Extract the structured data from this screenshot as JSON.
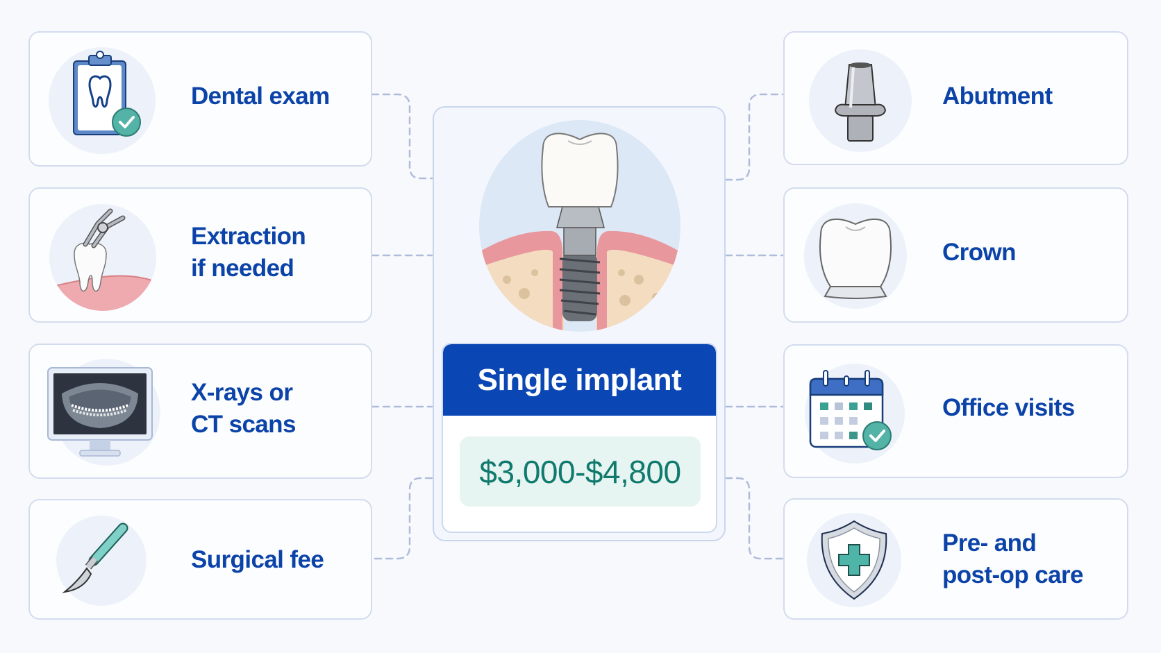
{
  "title": "Single implant",
  "price": "$3,000-$4,800",
  "colors": {
    "label_text": "#0b43a8",
    "header_bg": "#0a46b4",
    "price_bg": "#e6f5f1",
    "price_text": "#117a6e",
    "card_border": "#d3dcee",
    "connector": "#a9b9d9",
    "accent_teal": "#4fb5a8"
  },
  "left_items": [
    {
      "label": "Dental exam",
      "icon": "clipboard-tooth-check-icon"
    },
    {
      "label": "Extraction\nif needed",
      "icon": "forceps-tooth-icon"
    },
    {
      "label": "X-rays or\nCT scans",
      "icon": "xray-monitor-icon"
    },
    {
      "label": "Surgical fee",
      "icon": "scalpel-icon"
    }
  ],
  "right_items": [
    {
      "label": "Abutment",
      "icon": "abutment-icon"
    },
    {
      "label": "Crown",
      "icon": "crown-icon"
    },
    {
      "label": "Office visits",
      "icon": "calendar-check-icon"
    },
    {
      "label": "Pre- and\npost-op care",
      "icon": "shield-cross-icon"
    }
  ],
  "hero_icon": "dental-implant-icon"
}
